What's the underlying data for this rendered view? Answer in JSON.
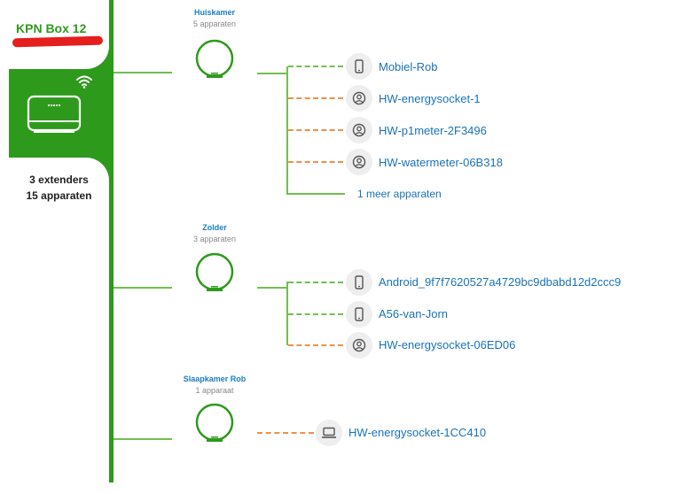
{
  "box": {
    "title": "KPN Box 12",
    "extenders_summary": "3 extenders",
    "devices_summary": "15 apparaten",
    "router_icon": "router-icon",
    "wifi_icon": "wifi-icon"
  },
  "colors": {
    "brand_green": "#2e9a1c",
    "link_blue": "#1a72b8",
    "wired_line": "#72bf4e",
    "wifi_line_orange": "#f0904a",
    "redaction": "#e51e1e"
  },
  "extenders": [
    {
      "name": "Huiskamer",
      "count_label": "5 apparaten",
      "devices": [
        {
          "name": "Mobiel-Rob",
          "icon": "phone-icon",
          "link": "green"
        },
        {
          "name": "HW-energysocket-1",
          "icon": "user-circle-icon",
          "link": "orange"
        },
        {
          "name": "HW-p1meter-2F3496",
          "icon": "user-circle-icon",
          "link": "orange"
        },
        {
          "name": "HW-watermeter-06B318",
          "icon": "user-circle-icon",
          "link": "orange"
        }
      ],
      "more_label": "1 meer apparaten"
    },
    {
      "name": "Zolder",
      "count_label": "3 apparaten",
      "devices": [
        {
          "name": "Android_9f7f7620527a4729bc9dbabd12d2ccc9",
          "icon": "phone-icon",
          "link": "green"
        },
        {
          "name": "A56-van-Jorn",
          "icon": "phone-icon",
          "link": "green"
        },
        {
          "name": "HW-energysocket-06ED06",
          "icon": "user-circle-icon",
          "link": "orange"
        }
      ]
    },
    {
      "name": "Slaapkamer Rob",
      "count_label": "1 apparaat",
      "devices": [
        {
          "name": "HW-energysocket-1CC410",
          "icon": "laptop-icon",
          "link": "orange"
        }
      ]
    }
  ]
}
